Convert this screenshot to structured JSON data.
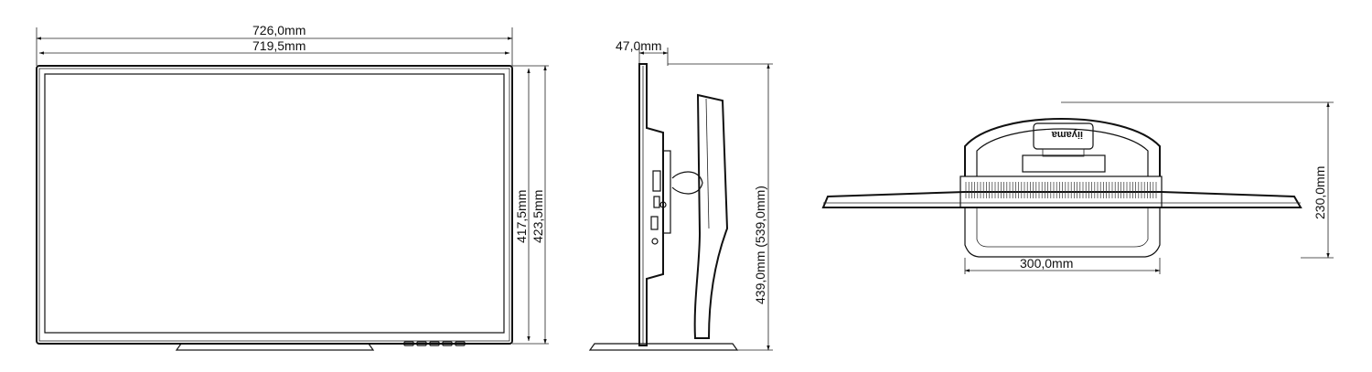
{
  "front_view": {
    "width_outer": "726,0mm",
    "width_panel": "719,5mm",
    "height_panel": "417,5mm",
    "height_outer": "423,5mm"
  },
  "side_view": {
    "depth": "47,0mm",
    "height": "439,0mm (539,0mm)"
  },
  "top_view": {
    "stand_width": "300,0mm",
    "depth": "230,0mm",
    "brand_logo": "iiyama"
  }
}
